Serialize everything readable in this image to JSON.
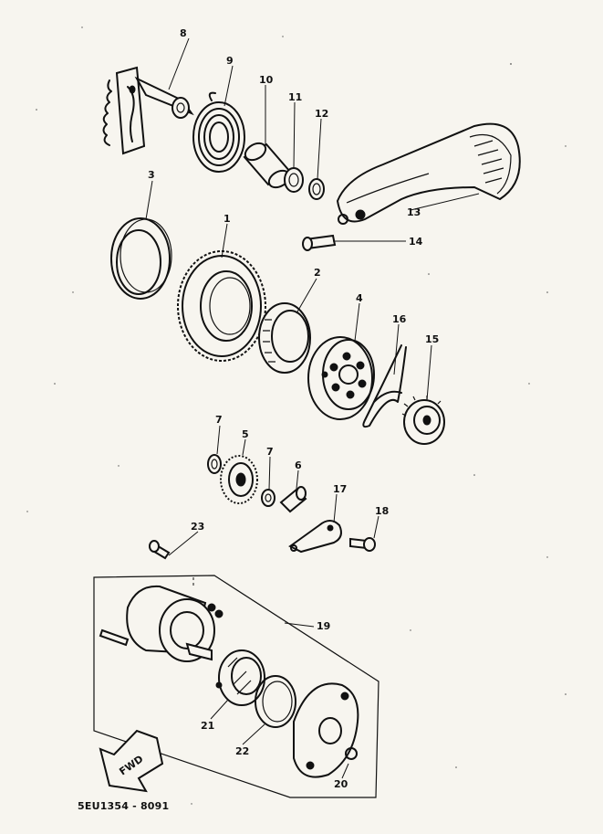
{
  "diagram": {
    "catalog_code": "5EU1354 - 8091",
    "fwd_label": "FWD",
    "callouts": [
      "1",
      "2",
      "3",
      "4",
      "5",
      "6",
      "7",
      "7",
      "8",
      "9",
      "10",
      "11",
      "12",
      "13",
      "14",
      "15",
      "16",
      "17",
      "18",
      "19",
      "20",
      "21",
      "22",
      "23"
    ]
  }
}
